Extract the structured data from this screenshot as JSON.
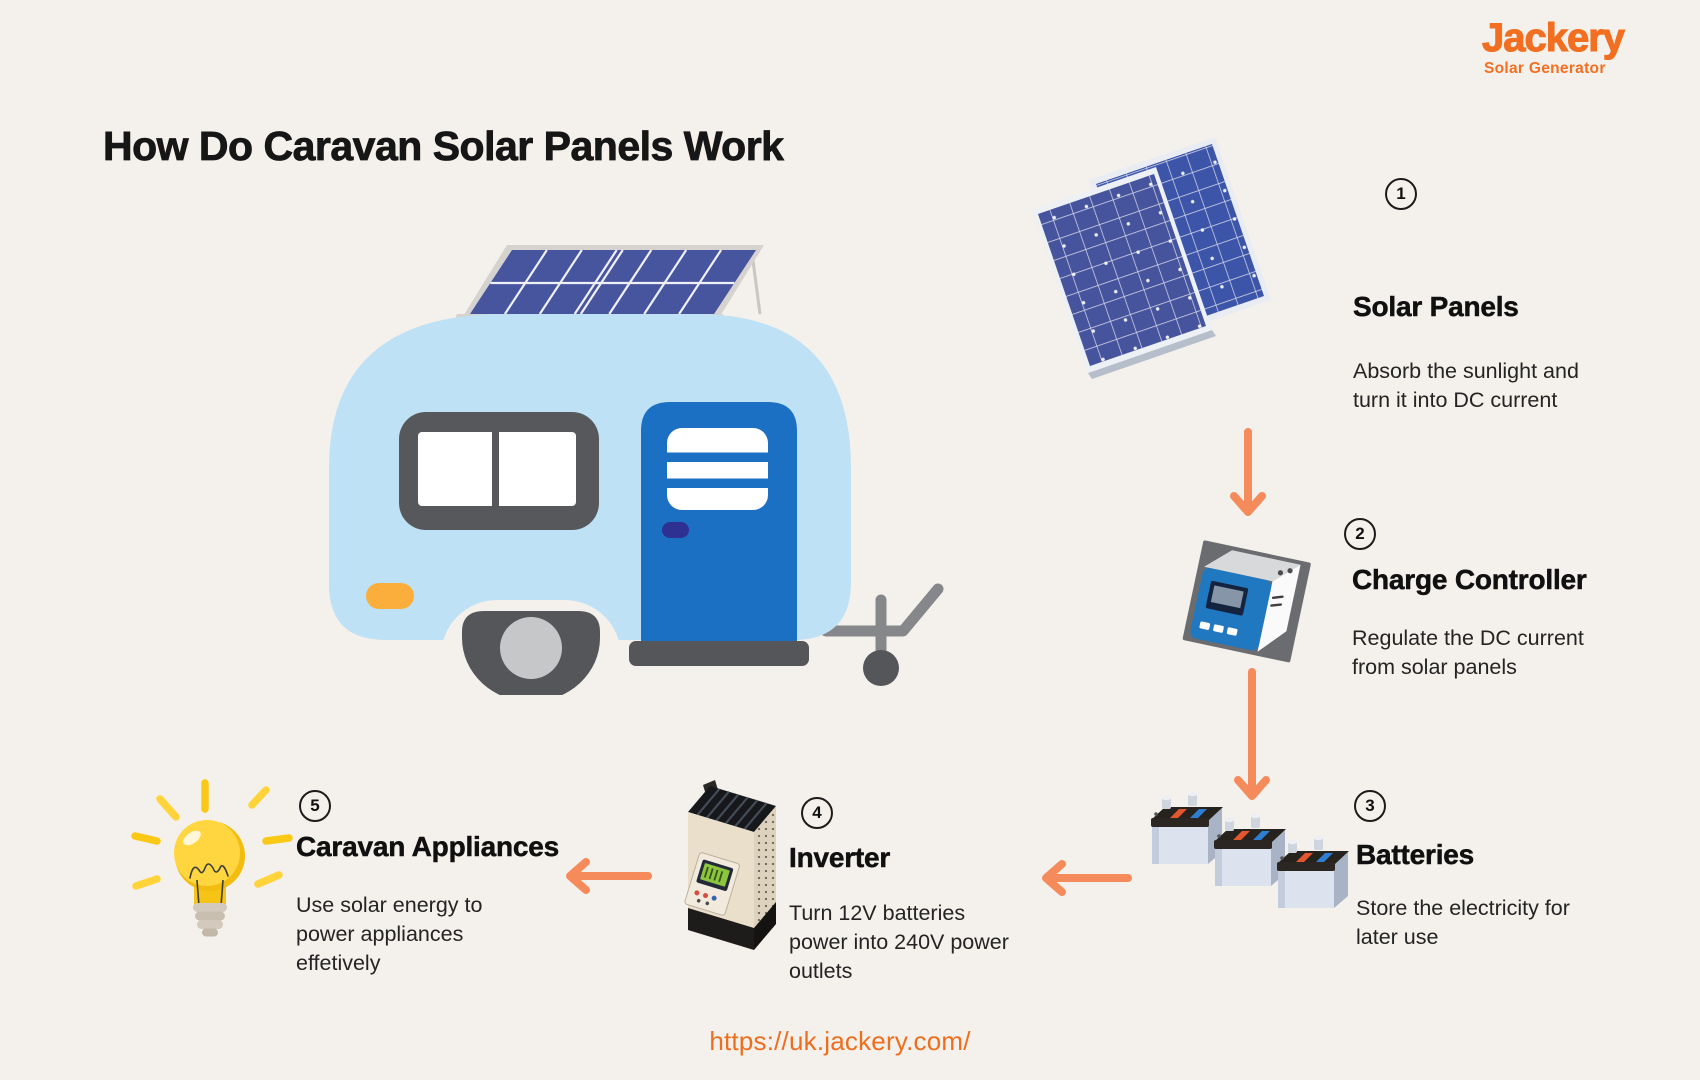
{
  "brand": {
    "name": "Jackery",
    "tagline": "Solar Generator"
  },
  "title": "How Do Caravan Solar Panels Work",
  "footer_url": "https://uk.jackery.com/",
  "steps": [
    {
      "number": "1",
      "heading": "Solar Panels",
      "description": "Absorb the sunlight and\nturn it into DC current",
      "icon": "solar-panels-icon"
    },
    {
      "number": "2",
      "heading": "Charge Controller",
      "description": "Regulate the DC current\nfrom solar panels",
      "icon": "charge-controller-icon"
    },
    {
      "number": "3",
      "heading": "Batteries",
      "description": "Store the electricity for\nlater use",
      "icon": "batteries-icon"
    },
    {
      "number": "4",
      "heading": "Inverter",
      "description": "Turn 12V batteries\npower into 240V power\noutlets",
      "icon": "inverter-icon"
    },
    {
      "number": "5",
      "heading": "Caravan Appliances",
      "description": "Use solar energy to\npower appliances\neffetively",
      "icon": "light-bulb-icon"
    }
  ],
  "illustration_icons": [
    "caravan-icon",
    "rooftop-solar-panel-icon",
    "flow-arrow-icon"
  ],
  "colors": {
    "background": "#F4F0EB",
    "brand_orange": "#F26F21",
    "arrow_orange": "#F58A5B",
    "url_orange": "#ED6E1E",
    "text_black": "#161616",
    "caravan_body_blue": "#BEE1F5",
    "door_blue": "#1C70C4",
    "panel_cell_blue": "#3D55A8",
    "bulb_yellow": "#FFD63F"
  }
}
